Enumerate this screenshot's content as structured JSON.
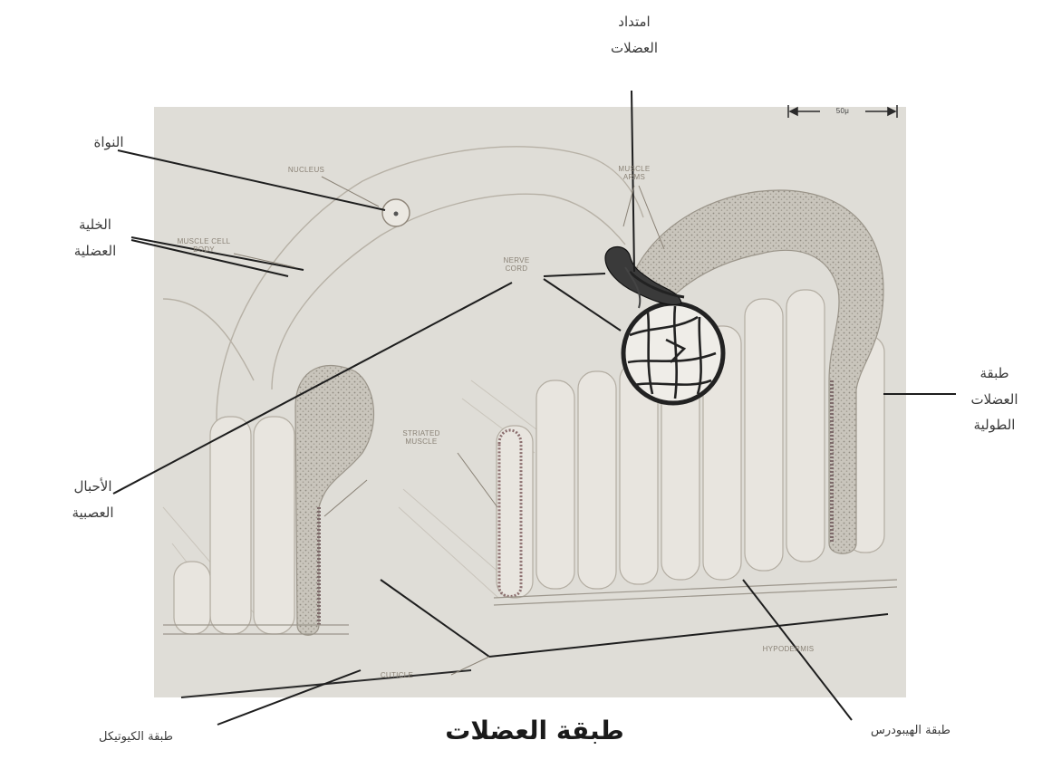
{
  "title": "طبقة العضلات",
  "arabic_labels": {
    "muscle_extension": [
      "امتداد",
      "العضلات"
    ],
    "nucleus": "النواة",
    "muscle_cell": [
      "الخلية",
      "العضلية"
    ],
    "nerve_cords": [
      "الأحبال",
      "العصبية"
    ],
    "longitudinal_muscle_layer": [
      "طبقة",
      "العضلات",
      "الطولية"
    ],
    "hypodermis_layer": "طبقة الهيبودرس",
    "cuticle_layer": "طبقة الكيوتيكل"
  },
  "english_labels": {
    "nucleus": "NUCLEUS",
    "muscle_arms": [
      "MUSCLE",
      "ARMS"
    ],
    "muscle_cell_body": [
      "MUSCLE CELL",
      "BODY"
    ],
    "nerve_cord": [
      "NERVE",
      "CORD"
    ],
    "striated_muscle": [
      "STRIATED",
      "MUSCLE"
    ],
    "hypodermis": "HYPODERMIS",
    "cuticle": "CUTICLE",
    "scale": "50μ"
  }
}
